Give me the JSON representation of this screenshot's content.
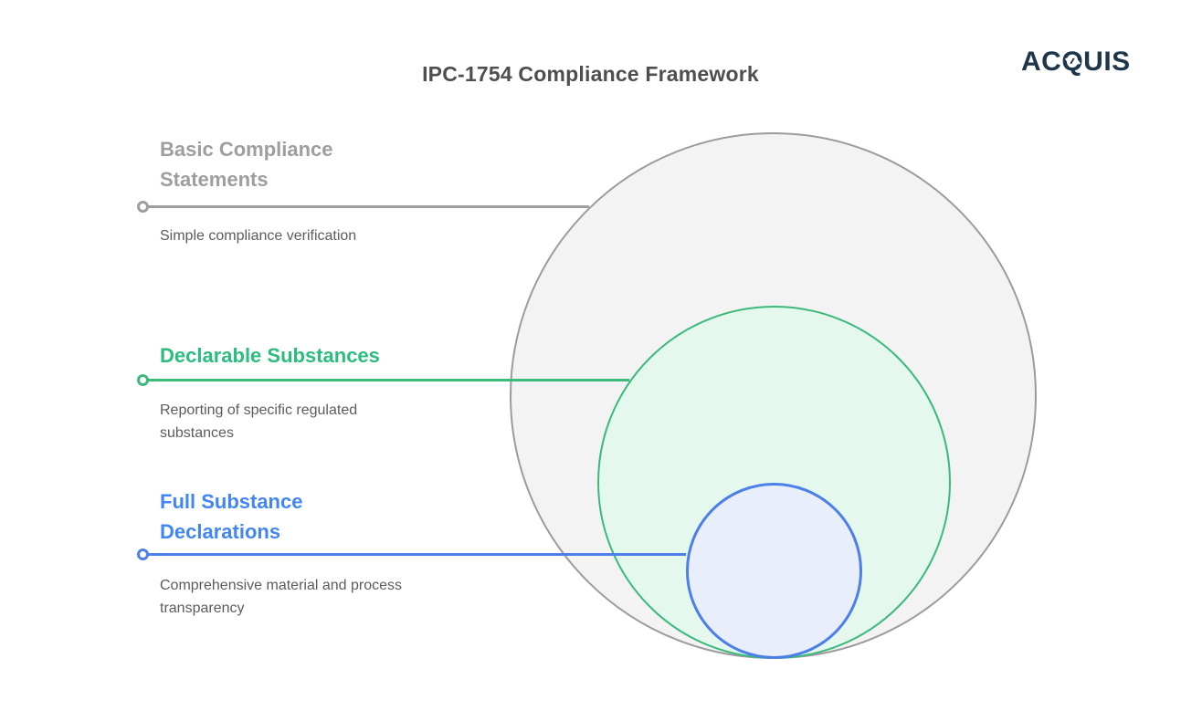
{
  "header": {
    "title": "IPC-1754 Compliance Framework",
    "logo_text": "ACQUIS"
  },
  "colors": {
    "title_text": "#4e4e4e",
    "logo_navy": "#1d3649",
    "body_text": "#5c5c5c",
    "basic_gray": "#9e9e9e",
    "basic_circle_stroke": "#9c9c9c",
    "basic_circle_fill": "#f3f3f3",
    "declarable_green": "#2abd7e",
    "declarable_circle_stroke": "#3cba7c",
    "declarable_circle_fill": "#e4f8ee",
    "full_blue": "#4285f4",
    "full_circle_stroke": "#4c7fe8",
    "full_circle_fill": "#e9eefb"
  },
  "layers": [
    {
      "id": "basic",
      "title": "Basic Compliance Statements",
      "description": "Simple compliance verification"
    },
    {
      "id": "declarable",
      "title": "Declarable Substances",
      "description": "Reporting of specific regulated substances"
    },
    {
      "id": "full",
      "title": "Full Substance Declarations",
      "description": "Comprehensive material and process transparency"
    }
  ]
}
